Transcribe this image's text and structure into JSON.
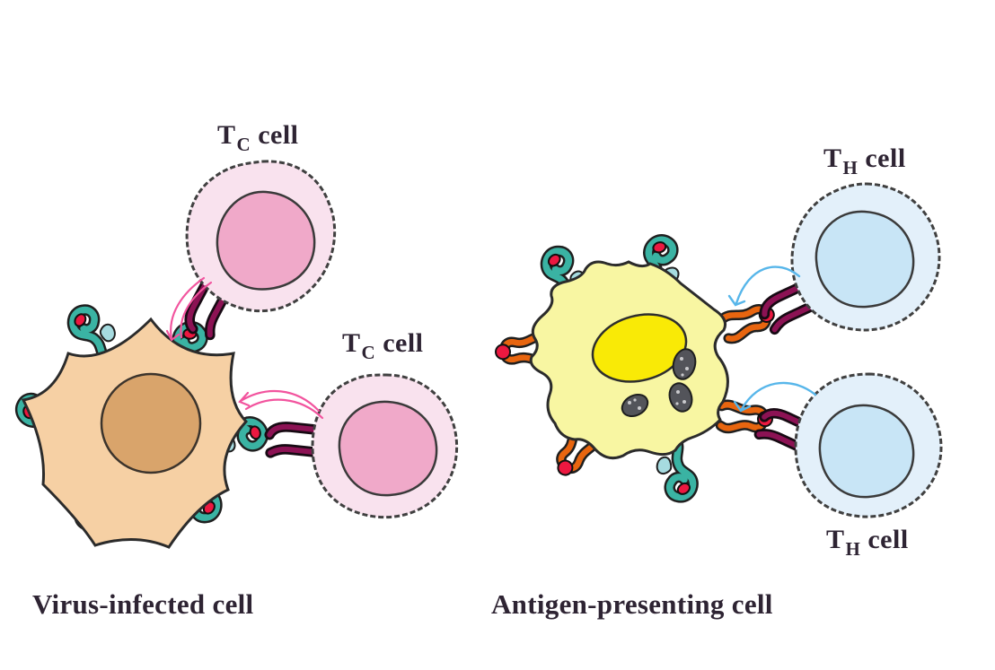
{
  "figure": {
    "left_panel": {
      "caption": "Virus-infected cell",
      "t_cell_labels": [
        {
          "base": "T",
          "sub": "C",
          "rest": "cell"
        },
        {
          "base": "T",
          "sub": "C",
          "rest": "cell"
        }
      ]
    },
    "right_panel": {
      "caption": "Antigen-presenting cell",
      "t_cell_labels": [
        {
          "base": "T",
          "sub": "H",
          "rest": "cell"
        },
        {
          "base": "T",
          "sub": "H",
          "rest": "cell"
        }
      ]
    },
    "colors": {
      "infected_cell_body": "#f6d0a4",
      "infected_cell_nucleus": "#d9a46b",
      "tc_cell_body": "#f9e2ee",
      "tc_cell_nucleus": "#f0a9c9",
      "apc_body": "#f8f6a2",
      "apc_nucleus": "#f9ea06",
      "apc_vesicle": "#53545a",
      "th_cell_body": "#e3f0fa",
      "th_cell_nucleus": "#c8e5f6",
      "mhc_class_i": "#3ab3a3",
      "mhc_class_i_light": "#a6dbe0",
      "mhc_class_ii": "#e8650f",
      "peptide": "#ec1840",
      "tcr": "#8c1254",
      "tc_arrow": "#f2549e",
      "th_arrow": "#57b6ea",
      "label_text": "#2e2433"
    }
  }
}
